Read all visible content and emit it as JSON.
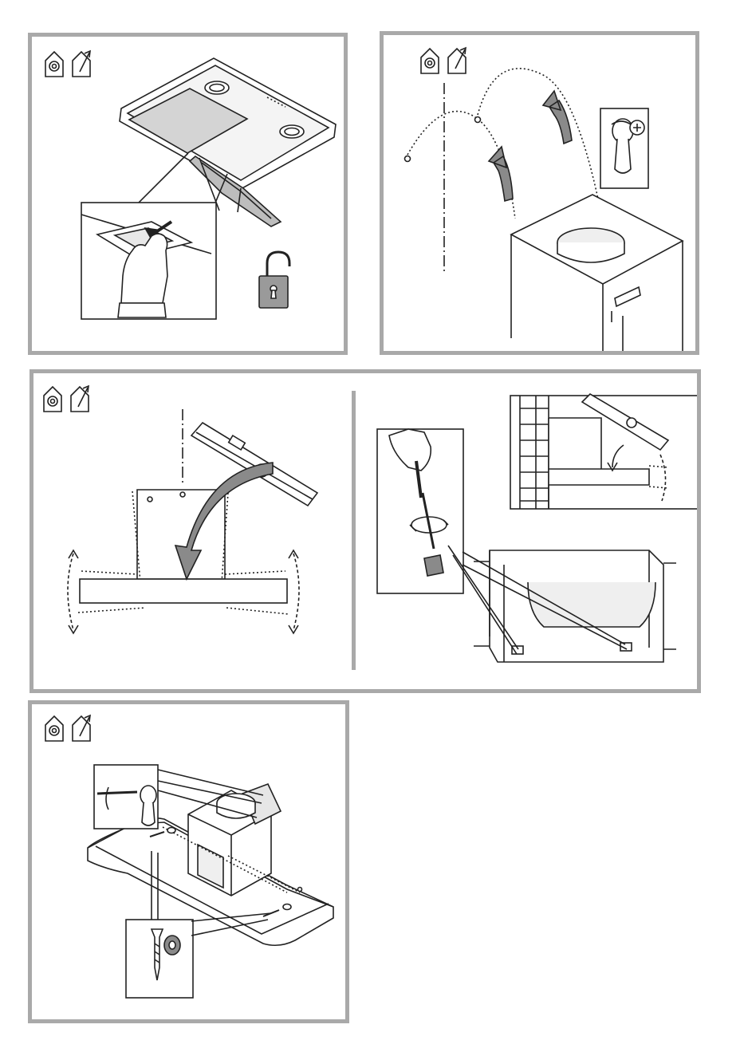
{
  "document": {
    "panels": [
      {
        "id": "filter-removal",
        "icons": [
          "recirculation-mode-icon",
          "extraction-mode-icon"
        ]
      },
      {
        "id": "hood-hanging",
        "icons": [
          "recirculation-mode-icon",
          "extraction-mode-icon"
        ]
      },
      {
        "id": "hood-leveling",
        "icons": [
          "recirculation-mode-icon",
          "extraction-mode-icon"
        ]
      },
      {
        "id": "hood-fixing",
        "icons": [
          "recirculation-mode-icon",
          "extraction-mode-icon"
        ]
      }
    ],
    "colors": {
      "frame": "#a9a9a9",
      "line": "#222222",
      "arrow": "#8a8a8a",
      "lock": "#9a9a9a"
    }
  }
}
